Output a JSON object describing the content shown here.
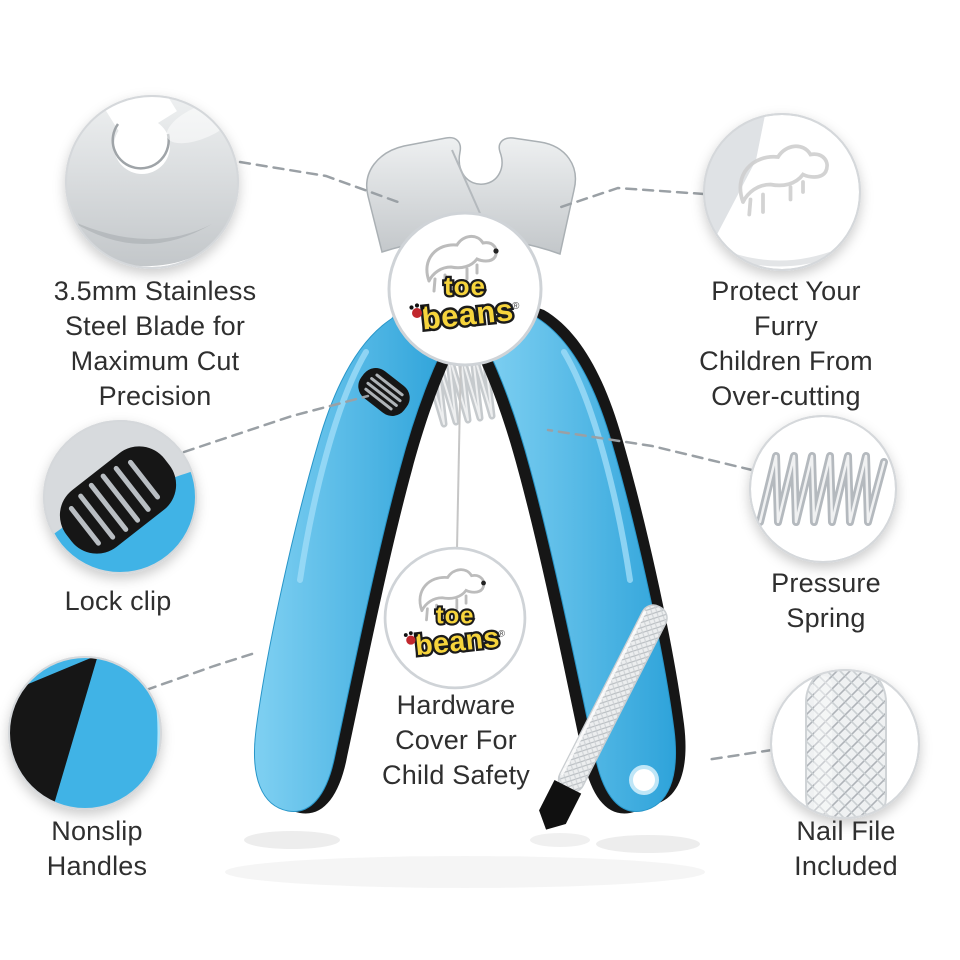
{
  "brand": {
    "toe": "toe",
    "beans": "beans",
    "registered": "®"
  },
  "callouts": {
    "blade": {
      "label": "3.5mm Stainless\nSteel Blade for\nMaximum Cut\nPrecision"
    },
    "guard": {
      "label": "Protect Your Furry\nChildren From\nOver-cutting"
    },
    "lock": {
      "label": "Lock clip"
    },
    "spring": {
      "label": "Pressure\nSpring"
    },
    "handles": {
      "label": "Nonslip\nHandles"
    },
    "cover": {
      "label": "Hardware\nCover For\nChild Safety"
    },
    "file": {
      "label": "Nail File\nIncluded"
    }
  },
  "icons": {
    "dog": "dog-silhouette-icon",
    "paw": "paw-print-icon"
  },
  "colors": {
    "blue": "#3fb3e6",
    "blue_light": "#9fdcf7",
    "black": "#161616",
    "steel": "#cdd1d5",
    "logo_yellow": "#f6d43c",
    "text": "#2f2f2f",
    "leader_line": "#9aa0a5",
    "paw_red": "#c1272d"
  }
}
